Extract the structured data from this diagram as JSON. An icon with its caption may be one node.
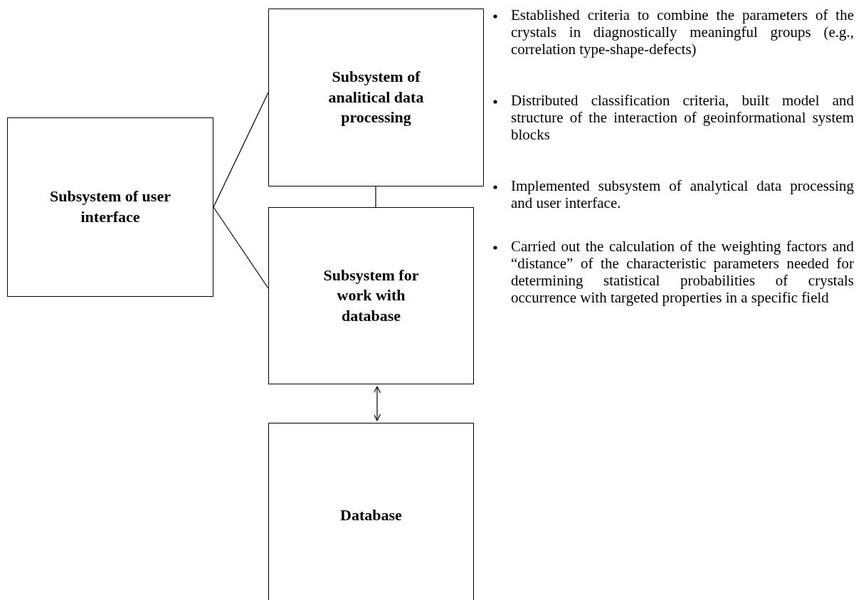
{
  "diagram": {
    "nodes": [
      {
        "text": [
          "Subsystem of user interface"
        ]
      },
      {
        "text": [
          "Subsystem of analitical data processing"
        ]
      },
      {
        "text": [
          "Subsystem for work with database"
        ]
      },
      {
        "text": [
          "Database"
        ]
      }
    ],
    "edges": [
      {
        "from": 0,
        "to": 1,
        "arrow": "none"
      },
      {
        "from": 0,
        "to": 2,
        "arrow": "none"
      },
      {
        "from": 1,
        "to": 2,
        "arrow": "none"
      },
      {
        "from": 2,
        "to": 3,
        "arrow": "both"
      }
    ],
    "labels": [
      "Established criteria to combine the parameters of the crystals in diagnostically meaningful groups (e.g., correlation type-shape-defects)",
      "Distributed classification criteria, built model and structure of the interaction of geoinformational system blocks",
      "Implemented subsystem of analytical data processing and user interface.",
      "Carried out the calculation of the weighting factors and “distance” of the characteristic parameters needed for determining statistical probabilities of crystals occurrence with targeted properties in a specific field"
    ]
  }
}
